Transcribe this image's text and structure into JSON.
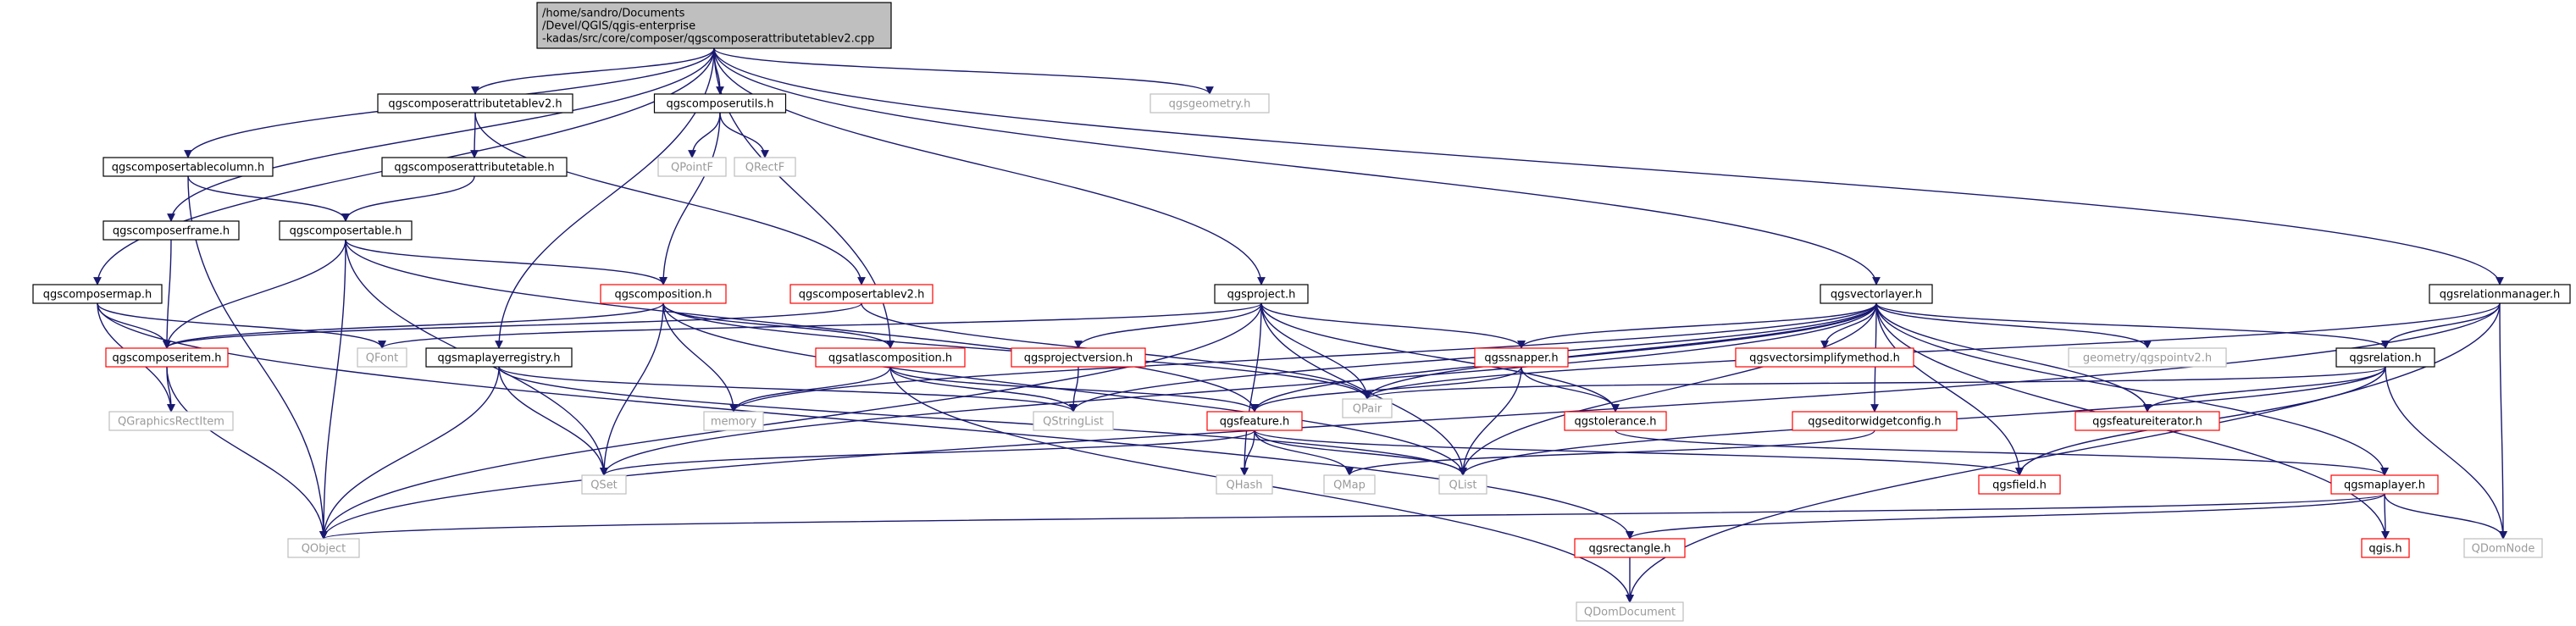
{
  "colors": {
    "edge": "#191970",
    "root_fill": "#bfbfbf",
    "border_black": "#000000",
    "border_red": "#ff0000",
    "border_gray": "#bfbfbf",
    "text_gray": "#9a9a9a"
  },
  "nodes": [
    {
      "id": "root",
      "label": "/home/sandro/Documents\n/Devel/QGIS/qgis-enterprise\n-kadas/src/core/composer/qgscomposerattributetablev2.cpp",
      "style": "root"
    },
    {
      "id": "qgscomposertablecolumn",
      "label": "qgscomposertablecolumn.h",
      "style": "black"
    },
    {
      "id": "qgscomposerattributetablev2",
      "label": "qgscomposerattributetablev2.h",
      "style": "black"
    },
    {
      "id": "qgscomposerutils",
      "label": "qgscomposerutils.h",
      "style": "black"
    },
    {
      "id": "qgsgeometry",
      "label": "qgsgeometry.h",
      "style": "gray"
    },
    {
      "id": "qgscomposerattributetable",
      "label": "qgscomposerattributetable.h",
      "style": "black"
    },
    {
      "id": "qgscomposerframe",
      "label": "qgscomposerframe.h",
      "style": "black"
    },
    {
      "id": "qgscomposertable",
      "label": "qgscomposertable.h",
      "style": "black"
    },
    {
      "id": "qpointf",
      "label": "QPointF",
      "style": "gray"
    },
    {
      "id": "qrectf",
      "label": "QRectF",
      "style": "gray"
    },
    {
      "id": "qgscomposermap",
      "label": "qgscomposermap.h",
      "style": "black"
    },
    {
      "id": "qgscomposition",
      "label": "qgscomposition.h",
      "style": "red"
    },
    {
      "id": "qgscomposertablev2",
      "label": "qgscomposertablev2.h",
      "style": "red"
    },
    {
      "id": "qgsproject",
      "label": "qgsproject.h",
      "style": "black"
    },
    {
      "id": "qgsvectorlayer",
      "label": "qgsvectorlayer.h",
      "style": "black"
    },
    {
      "id": "qgsrelationmanager",
      "label": "qgsrelationmanager.h",
      "style": "black"
    },
    {
      "id": "qgscomposeritem",
      "label": "qgscomposeritem.h",
      "style": "red"
    },
    {
      "id": "qfont",
      "label": "QFont",
      "style": "gray"
    },
    {
      "id": "qgsmaplayerregistry",
      "label": "qgsmaplayerregistry.h",
      "style": "black"
    },
    {
      "id": "qgsatlascomposition",
      "label": "qgsatlascomposition.h",
      "style": "red"
    },
    {
      "id": "qgsprojectversion",
      "label": "qgsprojectversion.h",
      "style": "red"
    },
    {
      "id": "qgssnapper",
      "label": "qgssnapper.h",
      "style": "red"
    },
    {
      "id": "qgsvectorsimplifymethod",
      "label": "qgsvectorsimplifymethod.h",
      "style": "red"
    },
    {
      "id": "geometry_qgspointv2",
      "label": "geometry/qgspointv2.h",
      "style": "gray"
    },
    {
      "id": "qgsrelation",
      "label": "qgsrelation.h",
      "style": "black"
    },
    {
      "id": "qgraphicsrectitem",
      "label": "QGraphicsRectItem",
      "style": "gray"
    },
    {
      "id": "memory",
      "label": "memory",
      "style": "gray"
    },
    {
      "id": "qstringlist",
      "label": "QStringList",
      "style": "gray"
    },
    {
      "id": "qpair",
      "label": "QPair",
      "style": "gray"
    },
    {
      "id": "qgsfeature",
      "label": "qgsfeature.h",
      "style": "red"
    },
    {
      "id": "qgstolerance",
      "label": "qgstolerance.h",
      "style": "red"
    },
    {
      "id": "qgseditorwidgetconfig",
      "label": "qgseditorwidgetconfig.h",
      "style": "red"
    },
    {
      "id": "qgsfeatureiterator",
      "label": "qgsfeatureiterator.h",
      "style": "red"
    },
    {
      "id": "qset",
      "label": "QSet",
      "style": "gray"
    },
    {
      "id": "qhash",
      "label": "QHash",
      "style": "gray"
    },
    {
      "id": "qmap",
      "label": "QMap",
      "style": "gray"
    },
    {
      "id": "qlist",
      "label": "QList",
      "style": "gray"
    },
    {
      "id": "qgsfield",
      "label": "qgsfield.h",
      "style": "red"
    },
    {
      "id": "qgsmaplayer",
      "label": "qgsmaplayer.h",
      "style": "red"
    },
    {
      "id": "qobject",
      "label": "QObject",
      "style": "gray"
    },
    {
      "id": "qgsrectangle",
      "label": "qgsrectangle.h",
      "style": "red"
    },
    {
      "id": "qgis",
      "label": "qgis.h",
      "style": "red"
    },
    {
      "id": "qdomnode",
      "label": "QDomNode",
      "style": "gray"
    },
    {
      "id": "qdomdocument",
      "label": "QDomDocument",
      "style": "gray"
    }
  ],
  "edges": [
    [
      "root",
      "qgscomposertablecolumn"
    ],
    [
      "root",
      "qgscomposerattributetablev2"
    ],
    [
      "root",
      "qgscomposerutils"
    ],
    [
      "root",
      "qgsgeometry"
    ],
    [
      "root",
      "qgscomposermap"
    ],
    [
      "root",
      "qgscomposerframe"
    ],
    [
      "root",
      "qgsmaplayerregistry"
    ],
    [
      "root",
      "qgsatlascomposition"
    ],
    [
      "root",
      "qgsproject"
    ],
    [
      "root",
      "qgsvectorlayer"
    ],
    [
      "root",
      "qgsrelationmanager"
    ],
    [
      "qgscomposerattributetablev2",
      "qgscomposerattributetable"
    ],
    [
      "qgscomposerattributetablev2",
      "qgscomposertablev2"
    ],
    [
      "qgscomposerattributetable",
      "qgscomposertable"
    ],
    [
      "qgscomposerutils",
      "qgscomposition"
    ],
    [
      "qgscomposerutils",
      "qpointf"
    ],
    [
      "qgscomposerutils",
      "qrectf"
    ],
    [
      "qgscomposertablecolumn",
      "qgscomposertable"
    ],
    [
      "qgscomposertablecolumn",
      "qobject"
    ],
    [
      "qgscomposerframe",
      "qgscomposeritem"
    ],
    [
      "qgscomposertable",
      "qgscomposeritem"
    ],
    [
      "qgscomposertable",
      "qgscomposition"
    ],
    [
      "qgscomposertable",
      "qset"
    ],
    [
      "qgscomposertable",
      "qobject"
    ],
    [
      "qgscomposertable",
      "qgsfeature"
    ],
    [
      "qgscomposertablev2",
      "qgscomposeritem"
    ],
    [
      "qgscomposertablev2",
      "qpair"
    ],
    [
      "qgscomposermap",
      "qgscomposeritem"
    ],
    [
      "qgscomposermap",
      "qgraphicsrectitem"
    ],
    [
      "qgscomposermap",
      "qfont"
    ],
    [
      "qgscomposermap",
      "qgsrectangle"
    ],
    [
      "qgscomposition",
      "qgscomposeritem"
    ],
    [
      "qgscomposition",
      "qgsatlascomposition"
    ],
    [
      "qgscomposition",
      "memory"
    ],
    [
      "qgscomposition",
      "qset"
    ],
    [
      "qgscomposition",
      "qlist"
    ],
    [
      "qgscomposition",
      "qpair"
    ],
    [
      "qgscomposeritem",
      "qgraphicsrectitem"
    ],
    [
      "qgscomposeritem",
      "qobject"
    ],
    [
      "qgsmaplayerregistry",
      "qstringlist"
    ],
    [
      "qgsmaplayerregistry",
      "qset"
    ],
    [
      "qgsmaplayerregistry",
      "qobject"
    ],
    [
      "qgsmaplayerregistry",
      "qlist"
    ],
    [
      "qgsatlascomposition",
      "memory"
    ],
    [
      "qgsatlascomposition",
      "qstringlist"
    ],
    [
      "qgsatlascomposition",
      "qgsfeature"
    ],
    [
      "qgsatlascomposition",
      "qdomdocument"
    ],
    [
      "qgsproject",
      "qgsprojectversion"
    ],
    [
      "qgsproject",
      "qgssnapper"
    ],
    [
      "qgsproject",
      "qgstolerance"
    ],
    [
      "qgsproject",
      "qobject"
    ],
    [
      "qgsproject",
      "qfont"
    ],
    [
      "qgsproject",
      "qpair"
    ],
    [
      "qgsproject",
      "qhash"
    ],
    [
      "qgsproject",
      "qlist"
    ],
    [
      "qgsprojectversion",
      "qstringlist"
    ],
    [
      "qgssnapper",
      "qgsfeature"
    ],
    [
      "qgssnapper",
      "qgstolerance"
    ],
    [
      "qgssnapper",
      "qlist"
    ],
    [
      "qgsvectorlayer",
      "qgssnapper"
    ],
    [
      "qgsvectorlayer",
      "qgsvectorsimplifymethod"
    ],
    [
      "qgsvectorlayer",
      "geometry_qgspointv2"
    ],
    [
      "qgsvectorlayer",
      "qgsrelation"
    ],
    [
      "qgsvectorlayer",
      "qgsfeatureiterator"
    ],
    [
      "qgsvectorlayer",
      "qgseditorwidgetconfig"
    ],
    [
      "qgsvectorlayer",
      "qgsfield"
    ],
    [
      "qgsvectorlayer",
      "qgsmaplayer"
    ],
    [
      "qgsvectorlayer",
      "qgsfeature"
    ],
    [
      "qgsvectorlayer",
      "memory"
    ],
    [
      "qgsvectorlayer",
      "qstringlist"
    ],
    [
      "qgsvectorlayer",
      "qset"
    ],
    [
      "qgsvectorlayer",
      "qlist"
    ],
    [
      "qgsvectorlayer",
      "qpair"
    ],
    [
      "qgsvectorlayer",
      "qgis"
    ],
    [
      "qgsrelationmanager",
      "qgsrelation"
    ],
    [
      "qgsrelationmanager",
      "qdomnode"
    ],
    [
      "qgsrelationmanager",
      "qdomdocument"
    ],
    [
      "qgsrelationmanager",
      "qobject"
    ],
    [
      "qgsrelationmanager",
      "qpair"
    ],
    [
      "qgsrelation",
      "qgsfeatureiterator"
    ],
    [
      "qgsrelation",
      "qgsfield"
    ],
    [
      "qgsrelation",
      "qpair"
    ],
    [
      "qgsrelation",
      "qdomnode"
    ],
    [
      "qgsrelation",
      "qlist"
    ],
    [
      "qgsfeature",
      "qhash"
    ],
    [
      "qgsfeature",
      "qmap"
    ],
    [
      "qgsfeature",
      "qlist"
    ],
    [
      "qgsfeature",
      "qset"
    ],
    [
      "qgsfeature",
      "qgsfield"
    ],
    [
      "qgstolerance",
      "qgsmaplayer"
    ],
    [
      "qgseditorwidgetconfig",
      "qmap"
    ],
    [
      "qgsmaplayer",
      "qgis"
    ],
    [
      "qgsmaplayer",
      "qdomnode"
    ],
    [
      "qgsmaplayer",
      "qgsrectangle"
    ],
    [
      "qgsmaplayer",
      "qobject"
    ],
    [
      "qgsrectangle",
      "qdomdocument"
    ]
  ]
}
